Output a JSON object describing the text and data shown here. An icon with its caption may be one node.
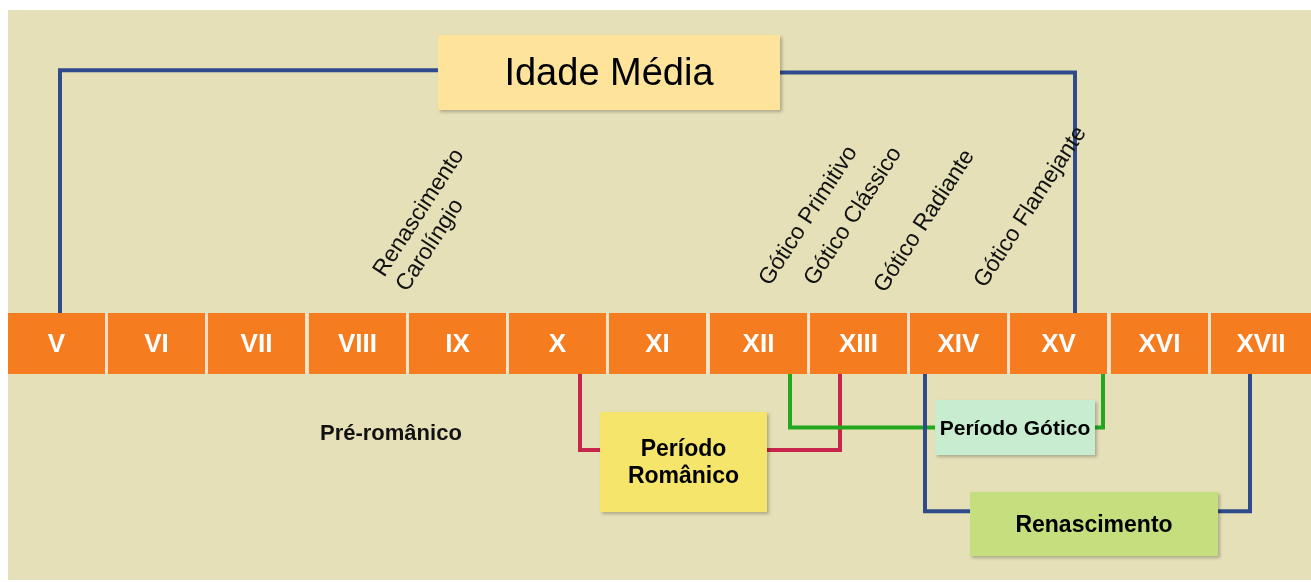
{
  "diagram": {
    "nodes": [
      {
        "text": [
          "Idade Média"
        ]
      },
      {
        "text": [
          "V"
        ]
      },
      {
        "text": [
          "VI"
        ]
      },
      {
        "text": [
          "VII"
        ]
      },
      {
        "text": [
          "VIII"
        ]
      },
      {
        "text": [
          "IX"
        ]
      },
      {
        "text": [
          "X"
        ]
      },
      {
        "text": [
          "XI"
        ]
      },
      {
        "text": [
          "XII"
        ]
      },
      {
        "text": [
          "XIII"
        ]
      },
      {
        "text": [
          "XIV"
        ]
      },
      {
        "text": [
          "XV"
        ]
      },
      {
        "text": [
          "XVI"
        ]
      },
      {
        "text": [
          "XVII"
        ]
      },
      {
        "text": [
          "Período Românico"
        ]
      },
      {
        "text": [
          "Período Gótico"
        ]
      },
      {
        "text": [
          "Renascimento"
        ]
      }
    ],
    "edges": [
      {
        "from": 0,
        "to": 1,
        "arrow": "none"
      },
      {
        "from": 0,
        "to": 11,
        "arrow": "none"
      },
      {
        "from": 6,
        "to": 14,
        "arrow": "none",
        "color": "#c8254b"
      },
      {
        "from": 14,
        "to": 9,
        "arrow": "none",
        "color": "#c8254b"
      },
      {
        "from": 8,
        "to": 15,
        "arrow": "none",
        "color": "#22a81f"
      },
      {
        "from": 15,
        "to": 11,
        "arrow": "none",
        "color": "#22a81f"
      },
      {
        "from": 10,
        "to": 16,
        "arrow": "none"
      },
      {
        "from": 16,
        "to": 13,
        "arrow": "none"
      }
    ],
    "labels": [
      "Renascimento Carolíngio",
      "Gótico Primitivo",
      "Gótico Clássico",
      "Gótico Radiante",
      "Gótico Flamejante",
      "Pré-românico"
    ]
  }
}
